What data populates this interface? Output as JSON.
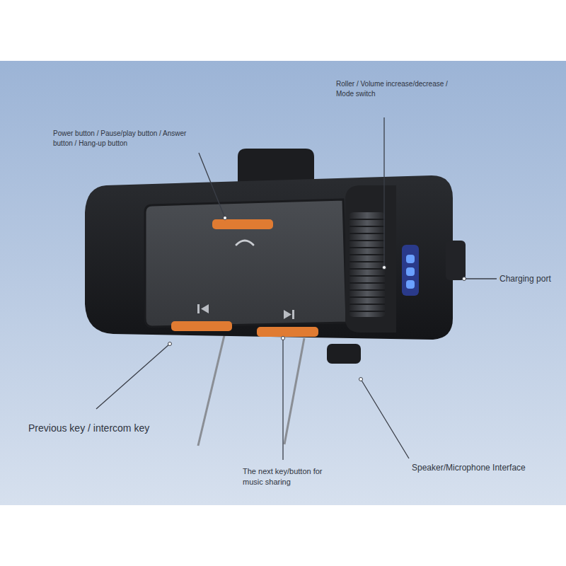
{
  "diagram": {
    "labels": [
      "Roller / Volume increase/decrease / Mode switch",
      "Power button / Pause/play button / Answer button / Hang-up button",
      "Charging port",
      "Previous key / intercom key",
      "The next key/button for music sharing",
      "Speaker/Microphone Interface"
    ]
  }
}
